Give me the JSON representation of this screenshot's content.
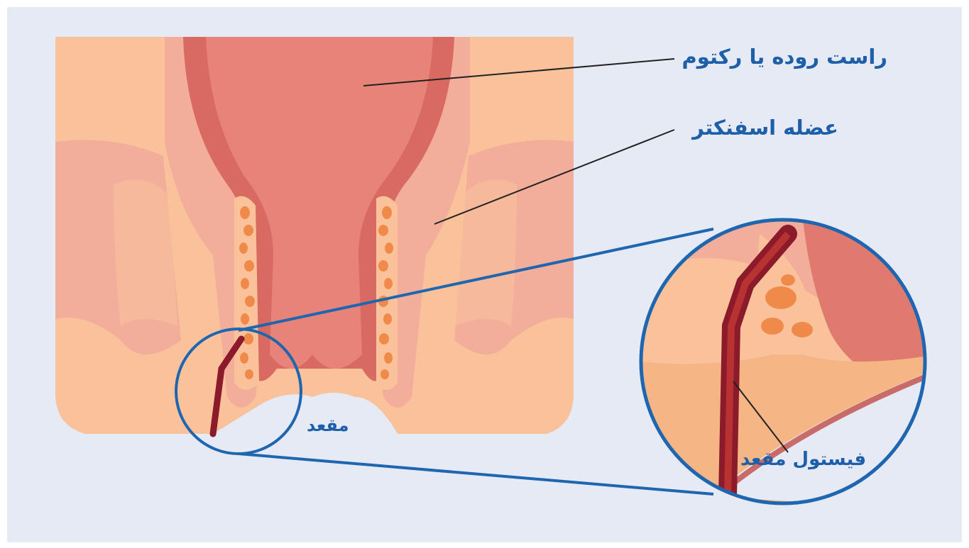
{
  "labels": {
    "rectum": "راست روده یا رکتوم",
    "sphincter": "عضله اسفنکتر",
    "anus": "مقعد",
    "anal_fistula": "فیستول مقعد"
  },
  "colors": {
    "background": "#e6eaf5",
    "skin": "#f9c29b",
    "muscle": "#f3ad9b",
    "rectum_wall": "#e07a6e",
    "rectum_lumen": "#e8837a",
    "fat": "#f08a4a",
    "fistula": "#8b1a2a",
    "magnifier": "#1e66b0",
    "label_text": "#1d5fa8"
  }
}
